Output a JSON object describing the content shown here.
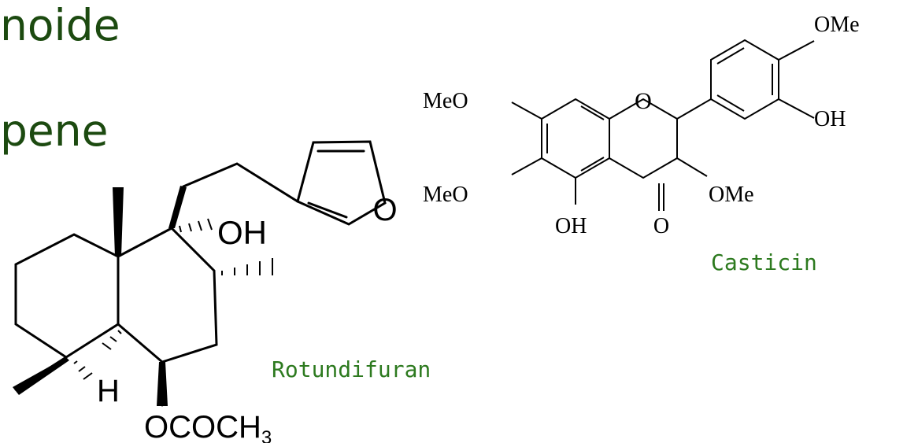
{
  "headings": [
    "noide",
    "pene"
  ],
  "colors": {
    "heading": "#1c4a10",
    "caption": "#2d7a1f",
    "structure": "#000000"
  },
  "casticin": {
    "name": "Casticin",
    "labels": {
      "ring_oxygen": "O",
      "ome_top_right": "OMe",
      "oh_right": "OH",
      "meo_left_top": "MeO",
      "meo_left_bottom": "MeO",
      "ome_c3": "OMe",
      "oh_c5": "OH",
      "carbonyl_o": "O"
    }
  },
  "rotundifuran": {
    "name": "Rotundifuran",
    "labels": {
      "hydroxyl": "OH",
      "furan_oxygen": "O",
      "hydrogen": "H",
      "acetate": "OCOCH",
      "acetate_subscript": "3"
    }
  }
}
